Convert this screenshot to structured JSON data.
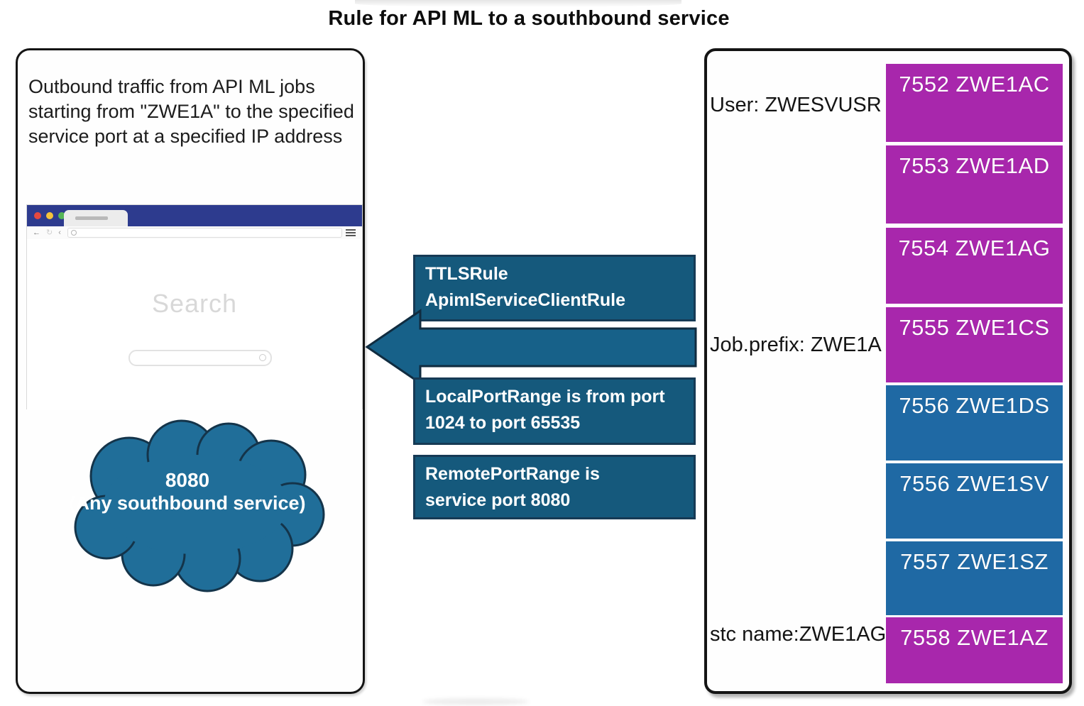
{
  "title": "Rule for API ML to a southbound service",
  "left_panel": {
    "description": "Outbound traffic from API ML jobs starting from \"ZWE1A\" to the specified service port at a specified IP address",
    "browser": {
      "search_label": "Search"
    },
    "cloud": {
      "port": "8080",
      "caption": "(Any southbound service)"
    }
  },
  "middle": {
    "ttls_rule_box": {
      "line1": "TTLSRule",
      "line2": "ApimlServiceClientRule"
    },
    "local_port_box": {
      "text": "LocalPortRange is from port 1024 to port 65535"
    },
    "remote_port_box": {
      "line1": "RemotePortRange is",
      "line2": "service port 8080"
    }
  },
  "right_panel": {
    "user_label": "User: ZWESVUSR",
    "job_prefix_label": "Job.prefix: ZWE1A",
    "stc_name_label": "stc name:ZWE1AG",
    "ports": [
      {
        "label": "7552 ZWE1AC",
        "color": "purple"
      },
      {
        "label": "7553 ZWE1AD",
        "color": "purple"
      },
      {
        "label": "7554 ZWE1AG",
        "color": "purple"
      },
      {
        "label": "7555 ZWE1CS",
        "color": "purple"
      },
      {
        "label": "7556 ZWE1DS",
        "color": "blue"
      },
      {
        "label": "7556 ZWE1SV",
        "color": "blue"
      },
      {
        "label": "7557 ZWE1SZ",
        "color": "blue"
      },
      {
        "label": "7558 ZWE1AZ",
        "color": "purple"
      }
    ]
  },
  "colors": {
    "purple": "#A827AC",
    "blue": "#1F69A4",
    "teal_box": "#15597C",
    "teal_border": "#163A55",
    "arrow_fill": "#176189",
    "arrow_stroke": "#102C40",
    "cloud_fill": "#206E99",
    "cloud_stroke": "#14344A",
    "browser_titlebar": "#2D3B8E"
  }
}
